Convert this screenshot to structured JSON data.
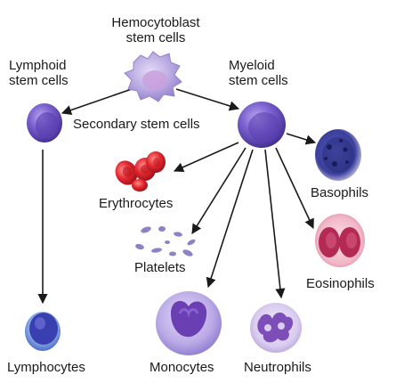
{
  "labels": {
    "hemocytoblast": [
      "Hemocytoblast",
      "stem cells"
    ],
    "lymphoid": [
      "Lymphoid",
      "stem cells"
    ],
    "myeloid": [
      "Myeloid",
      "stem cells"
    ],
    "secondary": "Secondary stem cells",
    "erythrocytes": "Erythrocytes",
    "platelets": "Platelets",
    "basophils": "Basophils",
    "eosinophils": "Eosinophils",
    "lymphocytes": "Lymphocytes",
    "monocytes": "Monocytes",
    "neutrophils": "Neutrophils"
  },
  "colors": {
    "stem_purple": "#6a4fc0",
    "hemo_lilac": "#b6a6e0",
    "erythrocyte_red": "#e0262e",
    "basophil_blue": "#3a3f9a",
    "eosinophil_pink": "#f1b7c7",
    "monocyte_lilac": "#b9a9e6",
    "neutrophil_lilac": "#d9ccef",
    "arrow": "#1a1a1a"
  }
}
